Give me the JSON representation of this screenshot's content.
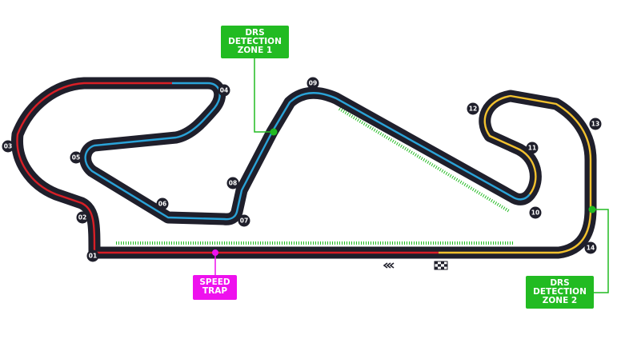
{
  "colors": {
    "track_body": "#1f1f2b",
    "sector1": "#d81f26",
    "sector2": "#2aa3d8",
    "sector3": "#f2c12e",
    "drs_zone": "#22bb22",
    "speed_trap": "#ee11ee",
    "corner_badge": "#1f1f2b"
  },
  "corners": [
    "01",
    "02",
    "03",
    "04",
    "05",
    "06",
    "07",
    "08",
    "09",
    "10",
    "11",
    "12",
    "13",
    "14"
  ],
  "drs_zone_1": {
    "lines": [
      "DRS",
      "DETECTION",
      "ZONE 1"
    ]
  },
  "drs_zone_2": {
    "lines": [
      "DRS",
      "DETECTION",
      "ZONE 2"
    ]
  },
  "speed_trap": {
    "lines": [
      "SPEED",
      "TRAP"
    ]
  },
  "icons": {
    "direction": "chevrons-left-icon",
    "start_finish": "checkered-flag-icon"
  }
}
